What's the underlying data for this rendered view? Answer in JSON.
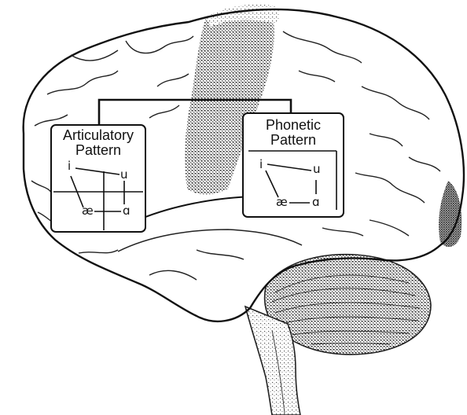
{
  "articulatory": {
    "title_line1": "Articulatory",
    "title_line2": "Pattern",
    "symbols": {
      "i": "i",
      "u": "u",
      "ae": "æ",
      "a": "ɑ"
    }
  },
  "phonetic": {
    "title_line1": "Phonetic",
    "title_line2": "Pattern",
    "symbols": {
      "i": "i",
      "u": "u",
      "ae": "æ",
      "a": "ɑ"
    }
  },
  "colors": {
    "ink": "#111111",
    "shading": "#8a8a8a",
    "shading_dark": "#5a5a5a"
  }
}
